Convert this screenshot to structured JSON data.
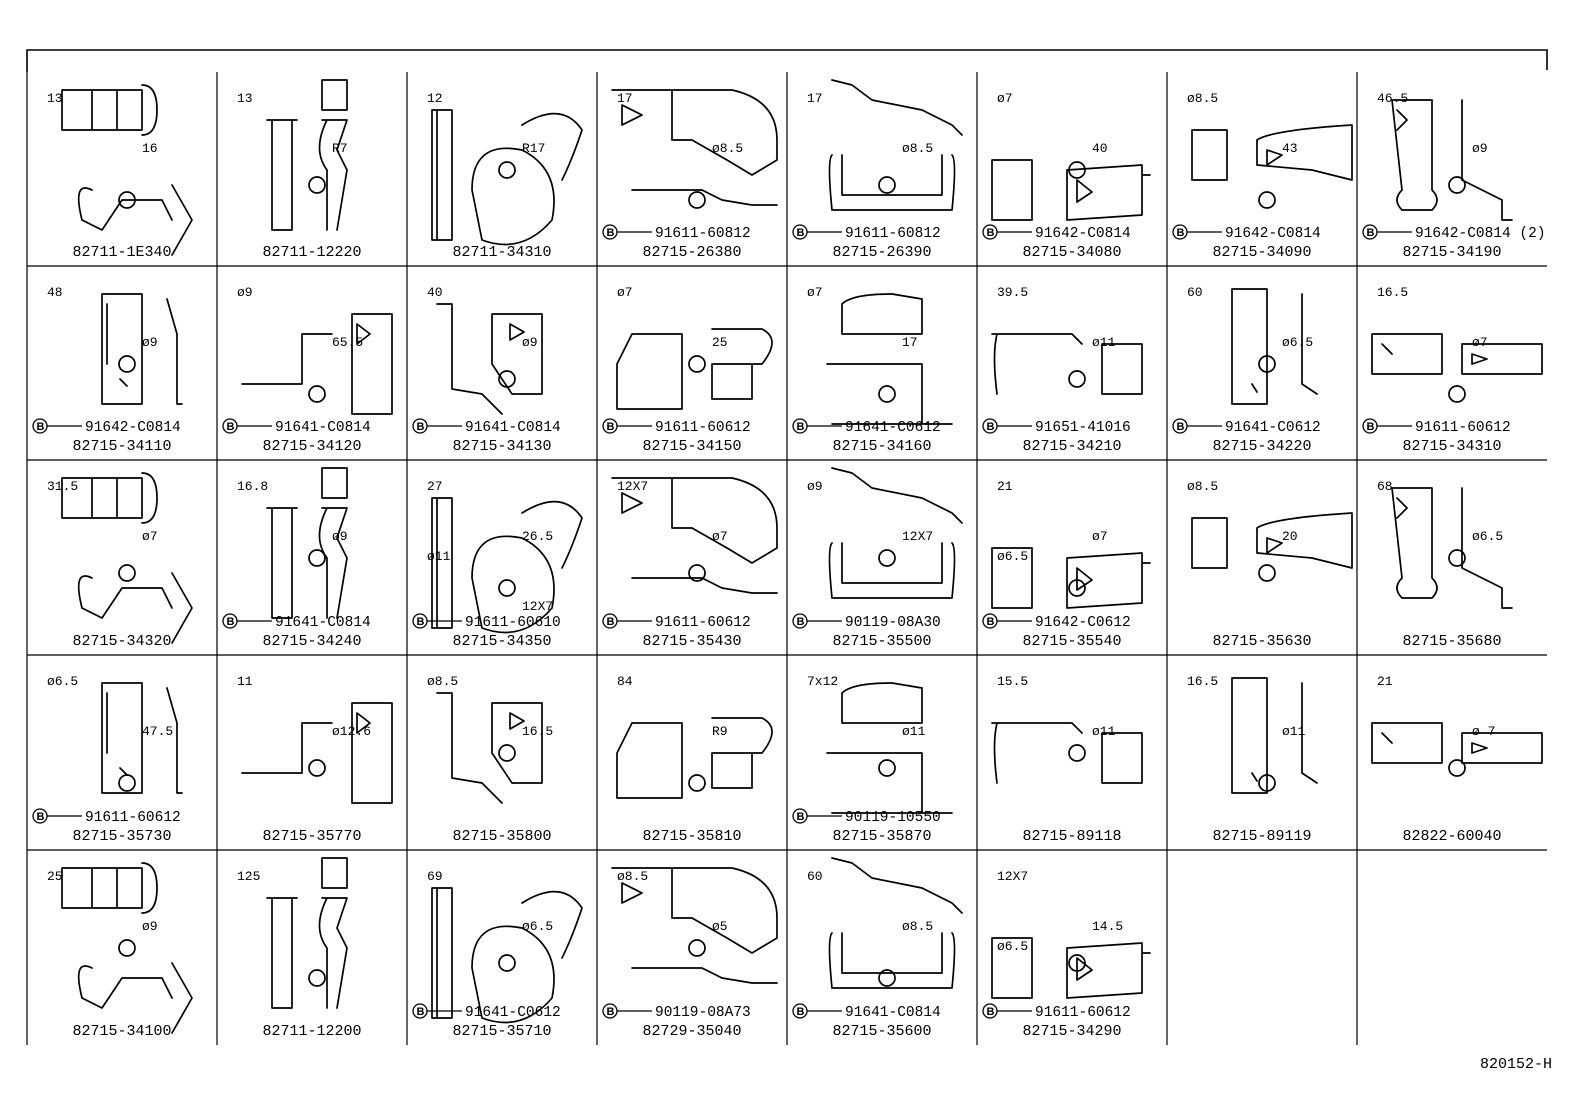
{
  "diagram_code": "820152-H",
  "bolt_marker": "B",
  "cells": [
    {
      "part": "82711-1E340",
      "bolt": "",
      "dims": [
        "13",
        "16"
      ]
    },
    {
      "part": "82711-12220",
      "bolt": "",
      "dims": [
        "13",
        "R7"
      ]
    },
    {
      "part": "82711-34310",
      "bolt": "",
      "dims": [
        "12",
        "R17"
      ]
    },
    {
      "part": "82715-26380",
      "bolt": "91611-60812",
      "dims": [
        "17",
        "ø8.5"
      ]
    },
    {
      "part": "82715-26390",
      "bolt": "91611-60812",
      "dims": [
        "17",
        "ø8.5"
      ]
    },
    {
      "part": "82715-34080",
      "bolt": "91642-C0814",
      "dims": [
        "ø7",
        "40"
      ]
    },
    {
      "part": "82715-34090",
      "bolt": "91642-C0814",
      "dims": [
        "ø8.5",
        "43"
      ]
    },
    {
      "part": "82715-34190",
      "bolt": "91642-C0814 (2)",
      "dims": [
        "46.5",
        "ø9"
      ]
    },
    {
      "part": "82715-34110",
      "bolt": "91642-C0814",
      "dims": [
        "48",
        "ø9"
      ]
    },
    {
      "part": "82715-34120",
      "bolt": "91641-C0814",
      "dims": [
        "ø9",
        "65.5"
      ]
    },
    {
      "part": "82715-34130",
      "bolt": "91641-C0814",
      "dims": [
        "40",
        "ø9"
      ]
    },
    {
      "part": "82715-34150",
      "bolt": "91611-60612",
      "dims": [
        "ø7",
        "25"
      ]
    },
    {
      "part": "82715-34160",
      "bolt": "91641-C0612",
      "dims": [
        "ø7",
        "17"
      ]
    },
    {
      "part": "82715-34210",
      "bolt": "91651-41016",
      "dims": [
        "39.5",
        "ø11"
      ]
    },
    {
      "part": "82715-34220",
      "bolt": "91641-C0612",
      "dims": [
        "60",
        "ø6.5"
      ]
    },
    {
      "part": "82715-34310",
      "bolt": "91611-60612",
      "dims": [
        "16.5",
        "ø7"
      ]
    },
    {
      "part": "82715-34320",
      "bolt": "",
      "dims": [
        "31.5",
        "ø7"
      ]
    },
    {
      "part": "82715-34240",
      "bolt": "91641-C0814",
      "dims": [
        "16.8",
        "ø9"
      ]
    },
    {
      "part": "82715-34350",
      "bolt": "91611-60610",
      "dims": [
        "27",
        "26.5",
        "ø11",
        "12X7"
      ]
    },
    {
      "part": "82715-35430",
      "bolt": "91611-60612",
      "dims": [
        "12X7",
        "ø7"
      ]
    },
    {
      "part": "82715-35500",
      "bolt": "90119-08A30",
      "dims": [
        "ø9",
        "12X7"
      ]
    },
    {
      "part": "82715-35540",
      "bolt": "91642-C0612",
      "dims": [
        "21",
        "ø7",
        "ø6.5"
      ]
    },
    {
      "part": "82715-35630",
      "bolt": "",
      "dims": [
        "ø8.5",
        "20"
      ]
    },
    {
      "part": "82715-35680",
      "bolt": "",
      "dims": [
        "68",
        "ø6.5"
      ]
    },
    {
      "part": "82715-35730",
      "bolt": "91611-60612",
      "dims": [
        "ø6.5",
        "47.5"
      ]
    },
    {
      "part": "82715-35770",
      "bolt": "",
      "dims": [
        "11",
        "ø12.6"
      ]
    },
    {
      "part": "82715-35800",
      "bolt": "",
      "dims": [
        "ø8.5",
        "16.5"
      ]
    },
    {
      "part": "82715-35810",
      "bolt": "",
      "dims": [
        "84",
        "R9"
      ]
    },
    {
      "part": "82715-35870",
      "bolt": "90119-10550",
      "dims": [
        "7x12",
        "ø11"
      ]
    },
    {
      "part": "82715-89118",
      "bolt": "",
      "dims": [
        "15.5",
        "ø11"
      ]
    },
    {
      "part": "82715-89119",
      "bolt": "",
      "dims": [
        "16.5",
        "ø11"
      ]
    },
    {
      "part": "82822-60040",
      "bolt": "",
      "dims": [
        "21",
        "ø 7"
      ]
    },
    {
      "part": "82715-34100",
      "bolt": "",
      "dims": [
        "25",
        "ø9"
      ]
    },
    {
      "part": "82711-12200",
      "bolt": "",
      "dims": [
        "125"
      ]
    },
    {
      "part": "82715-35710",
      "bolt": "91641-C0612",
      "dims": [
        "69",
        "ø6.5"
      ]
    },
    {
      "part": "82729-35040",
      "bolt": "90119-08A73",
      "dims": [
        "ø8.5",
        "ø5"
      ]
    },
    {
      "part": "82715-35600",
      "bolt": "91641-C0814",
      "dims": [
        "60",
        "ø8.5"
      ]
    },
    {
      "part": "82715-34290",
      "bolt": "91611-60612",
      "dims": [
        "12X7",
        "14.5",
        "ø6.5"
      ]
    },
    {
      "part": "",
      "bolt": "",
      "dims": []
    },
    {
      "part": "",
      "bolt": "",
      "dims": []
    }
  ]
}
